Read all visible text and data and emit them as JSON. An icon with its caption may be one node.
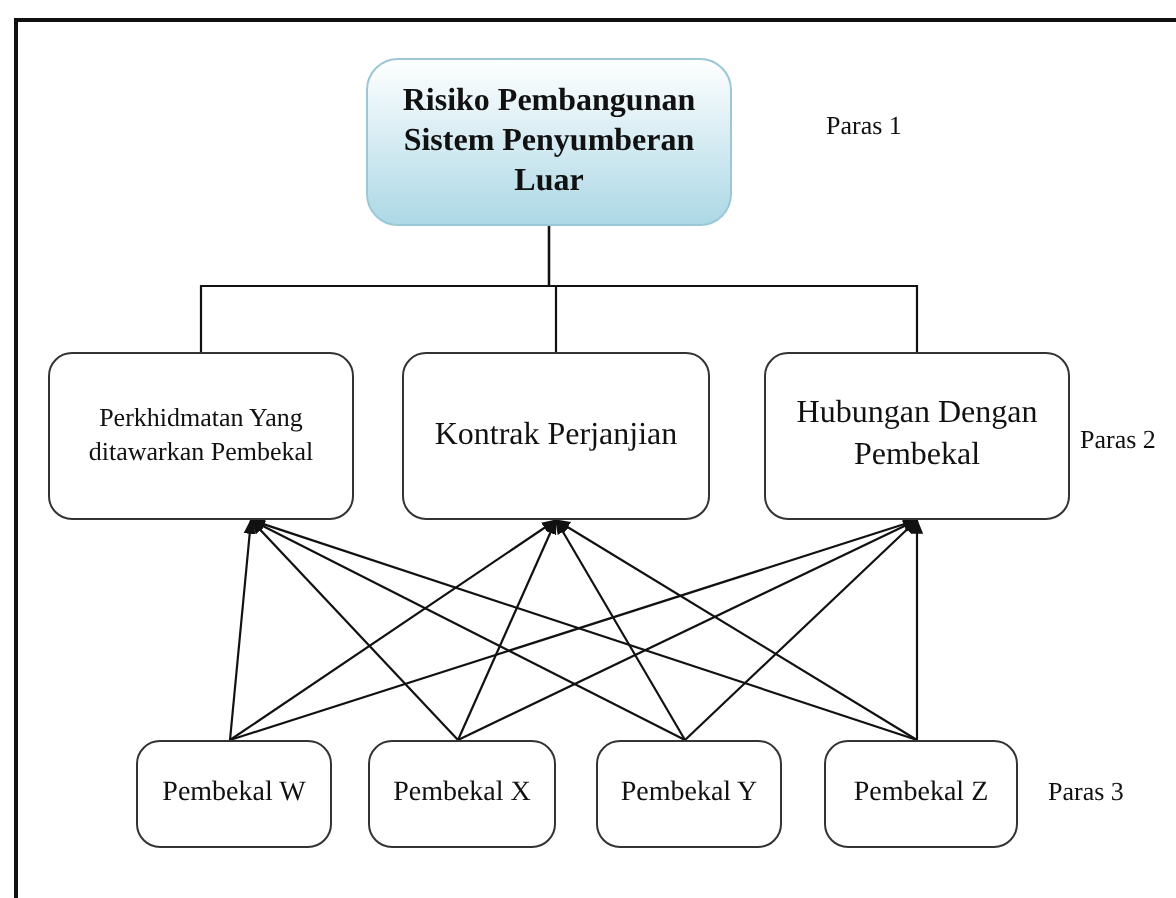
{
  "diagram": {
    "nodes": [
      {
        "text": [
          "Risiko Pembangunan Sistem Penyumberan Luar"
        ]
      },
      {
        "text": [
          "Perkhidmatan Yang ditawarkan Pembekal"
        ]
      },
      {
        "text": [
          "Kontrak Perjanjian"
        ]
      },
      {
        "text": [
          "Hubungan Dengan Pembekal"
        ]
      },
      {
        "text": [
          "Pembekal W"
        ]
      },
      {
        "text": [
          "Pembekal X"
        ]
      },
      {
        "text": [
          "Pembekal Y"
        ]
      },
      {
        "text": [
          "Pembekal Z"
        ]
      }
    ],
    "edges": [
      {
        "from": 0,
        "to": 1,
        "arrow": "none"
      },
      {
        "from": 0,
        "to": 2,
        "arrow": "none"
      },
      {
        "from": 0,
        "to": 3,
        "arrow": "none"
      },
      {
        "from": 4,
        "to": 1,
        "arrow": "to"
      },
      {
        "from": 4,
        "to": 2,
        "arrow": "to"
      },
      {
        "from": 4,
        "to": 3,
        "arrow": "to"
      },
      {
        "from": 5,
        "to": 1,
        "arrow": "to"
      },
      {
        "from": 5,
        "to": 2,
        "arrow": "to"
      },
      {
        "from": 5,
        "to": 3,
        "arrow": "to"
      },
      {
        "from": 6,
        "to": 1,
        "arrow": "to"
      },
      {
        "from": 6,
        "to": 2,
        "arrow": "to"
      },
      {
        "from": 6,
        "to": 3,
        "arrow": "to"
      },
      {
        "from": 7,
        "to": 1,
        "arrow": "to"
      },
      {
        "from": 7,
        "to": 2,
        "arrow": "to"
      },
      {
        "from": 7,
        "to": 3,
        "arrow": "to"
      }
    ],
    "labels": [
      "Paras 1",
      "Paras 2",
      "Paras 3"
    ]
  }
}
